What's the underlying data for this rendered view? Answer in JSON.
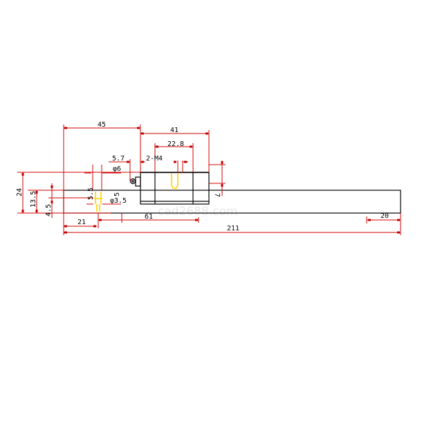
{
  "drawing": {
    "title": "Linear guide rail with carriage - front view",
    "watermark": "cad2688.com",
    "colors": {
      "object": "#000000",
      "dimension": "#d00000",
      "hidden": "#ffd200"
    },
    "dimensions": {
      "d45": "45",
      "d41": "41",
      "d22_8": "22.8",
      "d5_7": "5.7",
      "m4": "2-M4",
      "phi6": "φ6",
      "d24": "24",
      "d13_5": "13.5",
      "d4_5": "4.5",
      "d5_5": "5.5",
      "d5": "5",
      "phi3_5": "φ3.5",
      "d7": "7",
      "d21": "21",
      "d61": "61",
      "d211": "211",
      "d20": "20"
    }
  }
}
